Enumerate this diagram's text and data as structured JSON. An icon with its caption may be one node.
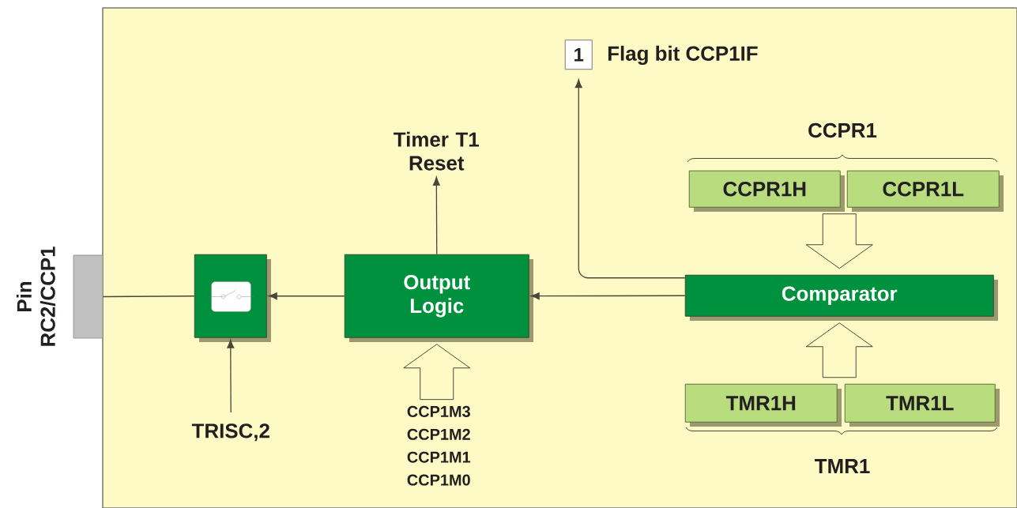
{
  "diagram": {
    "nodes": [
      {
        "text": [],
        "shape": "box"
      },
      {
        "text": [],
        "shape": "bar",
        "beside": [
          "Pin RC2/CCP1"
        ]
      },
      {
        "text": [],
        "shape": "box",
        "in": 0
      },
      {
        "text": [
          "Output Logic"
        ],
        "in": 0
      },
      {
        "text": [
          "Timer T1 Reset"
        ],
        "in": 0
      },
      {
        "text": [
          "TRISC,2"
        ],
        "in": 0
      },
      {
        "text": [
          "CCP1M3 CCP1M2 CCP1M1 CCP1M0"
        ],
        "in": 0
      },
      {
        "text": [
          "1"
        ],
        "beside": [
          "Flag bit CCP1IF"
        ],
        "in": 0
      },
      {
        "text": [
          "CCPR1H"
        ],
        "in": 0
      },
      {
        "text": [
          "CCPR1L"
        ],
        "in": 0
      },
      {
        "text": [
          "Comparator"
        ],
        "in": 0
      },
      {
        "text": [
          "TMR1H"
        ],
        "in": 0
      },
      {
        "text": [
          "TMR1L"
        ],
        "in": 0
      }
    ],
    "edges": [
      {
        "from": 3,
        "to": 2,
        "arrow": "to"
      },
      {
        "from": 2,
        "to": 1,
        "arrow": "none"
      },
      {
        "from": 5,
        "to": 2,
        "arrow": "to"
      },
      {
        "from": 3,
        "to": 4,
        "arrow": "to"
      },
      {
        "from": 6,
        "to": 3,
        "arrow": "to",
        "style": "thick"
      },
      {
        "from": 10,
        "to": 3,
        "arrow": "to"
      },
      {
        "from": 10,
        "to": 7,
        "arrow": "to"
      },
      {
        "from": 8,
        "to": 10,
        "arrow": "to",
        "style": "thick"
      },
      {
        "from": 9,
        "to": 10,
        "arrow": "to",
        "style": "thick"
      },
      {
        "from": 11,
        "to": 10,
        "arrow": "to",
        "style": "thick"
      },
      {
        "from": 12,
        "to": 10,
        "arrow": "to",
        "style": "thick"
      }
    ],
    "labels": [
      "CCPR1",
      "TMR1"
    ]
  }
}
